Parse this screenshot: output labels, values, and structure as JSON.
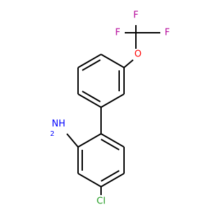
{
  "molecule": {
    "atoms": {
      "fluorine_top": "F",
      "fluorine_left": "F",
      "fluorine_right": "F",
      "oxygen": "O",
      "amine": "NH",
      "amine_subscript": "2",
      "chlorine": "Cl"
    },
    "colors": {
      "bond": "#000000",
      "fluorine": "#b5089b",
      "oxygen": "#ff0000",
      "nitrogen": "#0000ff",
      "chlorine": "#1f9b1f"
    }
  }
}
